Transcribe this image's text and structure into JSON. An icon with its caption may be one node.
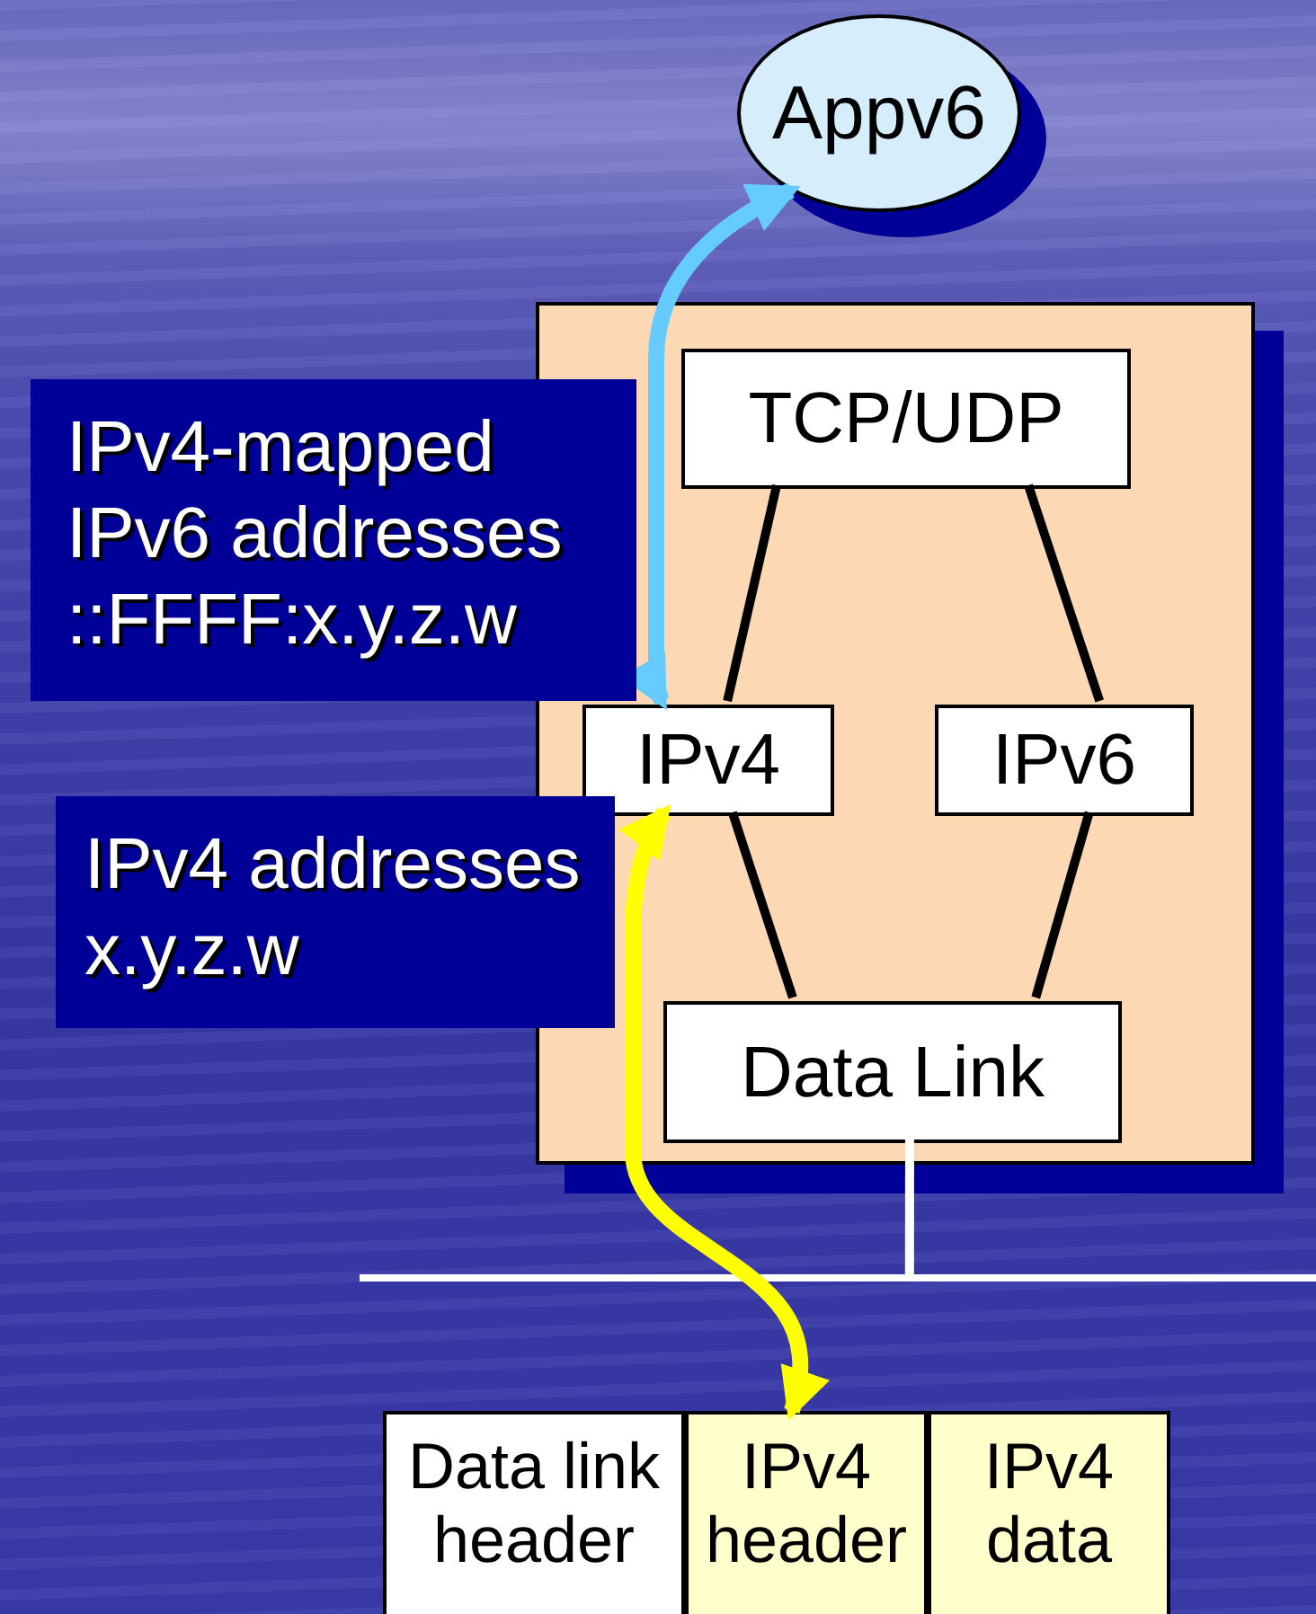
{
  "diagram": {
    "nodes": [
      {
        "text": [
          "Appv6"
        ]
      },
      {
        "text": [],
        "shape": "box"
      },
      {
        "text": [
          "TCP/UDP"
        ],
        "in": 1
      },
      {
        "text": [
          "IPv4"
        ],
        "in": 1
      },
      {
        "text": [
          "IPv6"
        ],
        "in": 1
      },
      {
        "text": [
          "Data Link"
        ],
        "in": 1
      },
      {
        "text": [
          "IPv4-mapped IPv6 addresses",
          "::FFFF:x.y.z.w"
        ]
      },
      {
        "text": [
          "IPv4 addresses",
          "x.y.z.w"
        ]
      },
      {
        "text": [
          "Data link header"
        ]
      },
      {
        "text": [
          "IPv4 header"
        ]
      },
      {
        "text": [
          "IPv4 data"
        ]
      },
      {
        "text": [],
        "shape": "bar"
      }
    ],
    "edges": [
      {
        "from": 0,
        "to": 3,
        "arrow": "both",
        "style": "thick",
        "color": "#66ccff"
      },
      {
        "from": 2,
        "to": 3,
        "arrow": "none"
      },
      {
        "from": 2,
        "to": 4,
        "arrow": "none"
      },
      {
        "from": 3,
        "to": 5,
        "arrow": "none"
      },
      {
        "from": 4,
        "to": 5,
        "arrow": "none"
      },
      {
        "from": 3,
        "to": 9,
        "arrow": "both",
        "style": "thick",
        "color": "#ffff00"
      },
      {
        "from": 5,
        "to": 11,
        "arrow": "none",
        "color": "#ffffff"
      }
    ]
  }
}
